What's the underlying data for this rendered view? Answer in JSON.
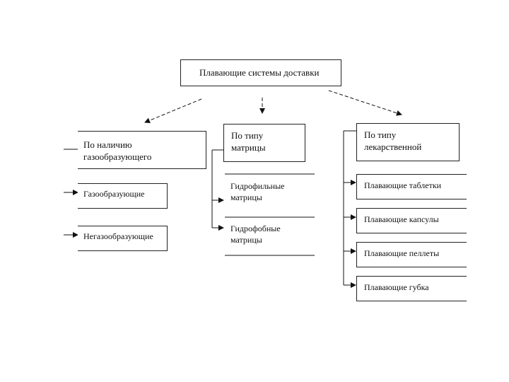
{
  "root": {
    "label": "Плавающие системы доставки"
  },
  "categories": [
    {
      "label": "По наличию\nгазообразующего",
      "items": [
        "Газообразующие",
        "Негазообразующие"
      ]
    },
    {
      "label": "По типу\nматрицы",
      "items": [
        "Гидрофильные\nматрицы",
        "Гидрофобные\nматрицы"
      ]
    },
    {
      "label": "По типу\nлекарственной",
      "items": [
        "Плавающие таблетки",
        "Плавающие капсулы",
        "Плавающие пеллеты",
        "Плавающие губка"
      ]
    }
  ]
}
